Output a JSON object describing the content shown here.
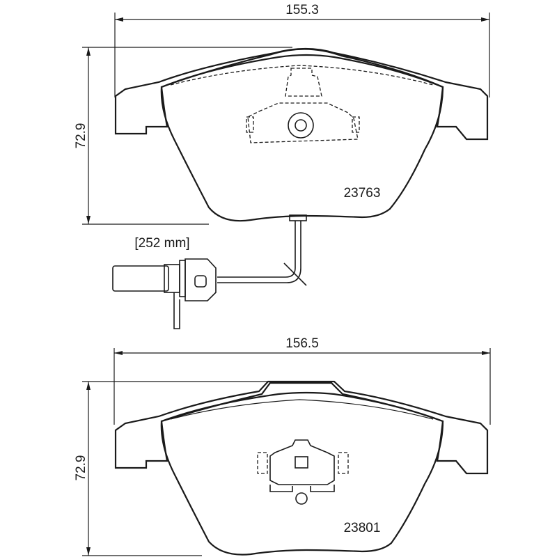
{
  "top_pad": {
    "width_label": "155.3",
    "height_label": "72.9",
    "part_number": "23763",
    "sensor_length_label": "[252 mm]"
  },
  "bottom_pad": {
    "width_label": "156.5",
    "height_label": "72.9",
    "part_number": "23801"
  },
  "colors": {
    "line": "#1a1a1a",
    "background": "#ffffff"
  }
}
